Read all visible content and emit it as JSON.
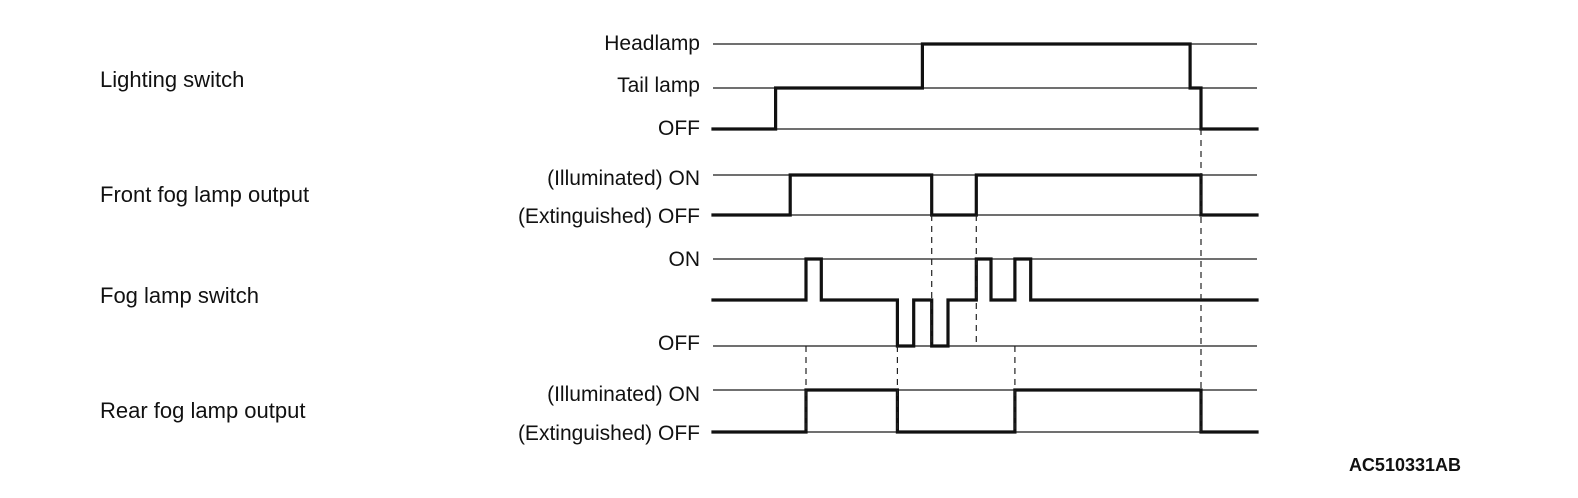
{
  "figure_code": "AC510331AB",
  "time": {
    "start": 0,
    "end": 100
  },
  "signals": [
    {
      "id": "lighting",
      "name": "Lighting switch",
      "levels": [
        "OFF",
        "Tail lamp",
        "Headlamp"
      ],
      "level_labels": [
        "OFF",
        "Tail lamp",
        "Headlamp"
      ],
      "waveform": [
        [
          0,
          0
        ],
        [
          11.5,
          1
        ],
        [
          38.5,
          2
        ],
        [
          87.7,
          1
        ],
        [
          89.7,
          0
        ]
      ]
    },
    {
      "id": "front-fog",
      "name": "Front fog lamp output",
      "levels": [
        "OFF",
        "ON"
      ],
      "level_labels": [
        "(Extinguished) OFF",
        "(Illuminated) ON"
      ],
      "waveform": [
        [
          0,
          0
        ],
        [
          14.2,
          1
        ],
        [
          40.2,
          0
        ],
        [
          48.4,
          1
        ],
        [
          89.7,
          0
        ]
      ]
    },
    {
      "id": "fog-switch",
      "name": "Fog lamp switch",
      "levels": [
        "OFF",
        "NEUTRAL",
        "ON"
      ],
      "level_labels": [
        "OFF",
        "",
        "ON"
      ],
      "waveform": [
        [
          0,
          1
        ],
        [
          17.1,
          2
        ],
        [
          19.9,
          1
        ],
        [
          33.9,
          0
        ],
        [
          36.9,
          1
        ],
        [
          40.2,
          0
        ],
        [
          43.2,
          1
        ],
        [
          48.4,
          2
        ],
        [
          51.1,
          1
        ],
        [
          55.5,
          2
        ],
        [
          58.4,
          1
        ]
      ]
    },
    {
      "id": "rear-fog",
      "name": "Rear fog lamp output",
      "levels": [
        "OFF",
        "ON"
      ],
      "level_labels": [
        "(Extinguished) OFF",
        "(Illuminated) ON"
      ],
      "waveform": [
        [
          0,
          0
        ],
        [
          17.1,
          1
        ],
        [
          33.9,
          0
        ],
        [
          55.5,
          1
        ],
        [
          89.7,
          0
        ]
      ]
    }
  ],
  "guides": [
    {
      "t": 17.1,
      "from": "fog-switch",
      "to": "rear-fog"
    },
    {
      "t": 33.9,
      "from": "fog-switch",
      "to": "rear-fog"
    },
    {
      "t": 40.2,
      "from": "front-fog",
      "to": "fog-switch"
    },
    {
      "t": 48.4,
      "from": "front-fog",
      "to": "fog-switch"
    },
    {
      "t": 55.5,
      "from": "fog-switch",
      "to": "rear-fog"
    },
    {
      "t": 89.7,
      "from": "lighting",
      "to": "rear-fog"
    }
  ]
}
